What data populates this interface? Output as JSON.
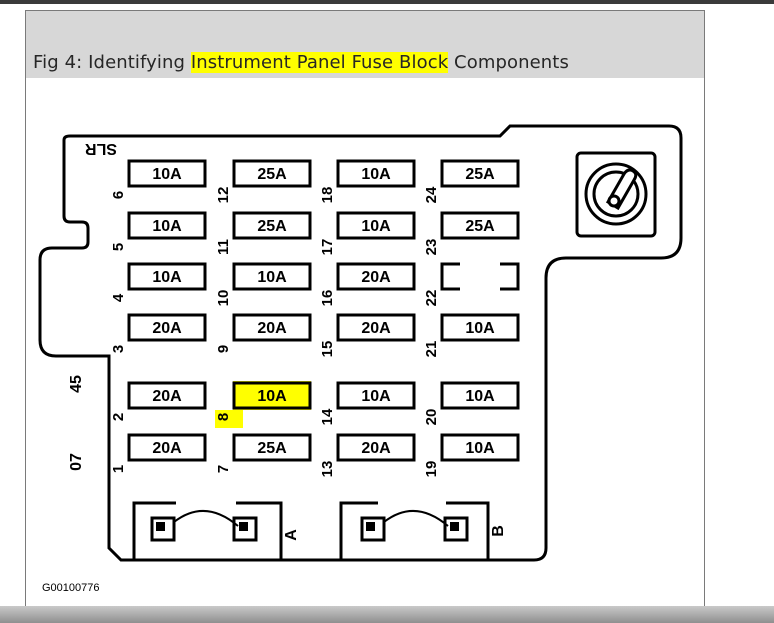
{
  "caption": {
    "prefix": "Fig 4: Identifying ",
    "highlight": "Instrument Panel Fuse Block",
    "suffix": " Components"
  },
  "diagram_code": "G00100776",
  "side_labels": {
    "top": "SLR",
    "mid": "45",
    "bottom": "07"
  },
  "relay_labels": [
    "A",
    "B"
  ],
  "highlight_color": "#ffff00",
  "fuses": [
    {
      "pos": "1",
      "amp": "20A"
    },
    {
      "pos": "2",
      "amp": "20A"
    },
    {
      "pos": "3",
      "amp": "20A"
    },
    {
      "pos": "4",
      "amp": "10A"
    },
    {
      "pos": "5",
      "amp": "10A"
    },
    {
      "pos": "6",
      "amp": "10A"
    },
    {
      "pos": "7",
      "amp": "25A"
    },
    {
      "pos": "8",
      "amp": "10A",
      "highlighted": true
    },
    {
      "pos": "9",
      "amp": "20A"
    },
    {
      "pos": "10",
      "amp": "10A"
    },
    {
      "pos": "11",
      "amp": "25A"
    },
    {
      "pos": "12",
      "amp": "25A"
    },
    {
      "pos": "13",
      "amp": "20A"
    },
    {
      "pos": "14",
      "amp": "10A"
    },
    {
      "pos": "15",
      "amp": "20A"
    },
    {
      "pos": "16",
      "amp": "20A"
    },
    {
      "pos": "17",
      "amp": "10A"
    },
    {
      "pos": "18",
      "amp": "10A"
    },
    {
      "pos": "19",
      "amp": "10A"
    },
    {
      "pos": "20",
      "amp": "10A"
    },
    {
      "pos": "21",
      "amp": "10A"
    },
    {
      "pos": "22",
      "amp": ""
    },
    {
      "pos": "23",
      "amp": "25A"
    },
    {
      "pos": "24",
      "amp": "25A"
    }
  ]
}
